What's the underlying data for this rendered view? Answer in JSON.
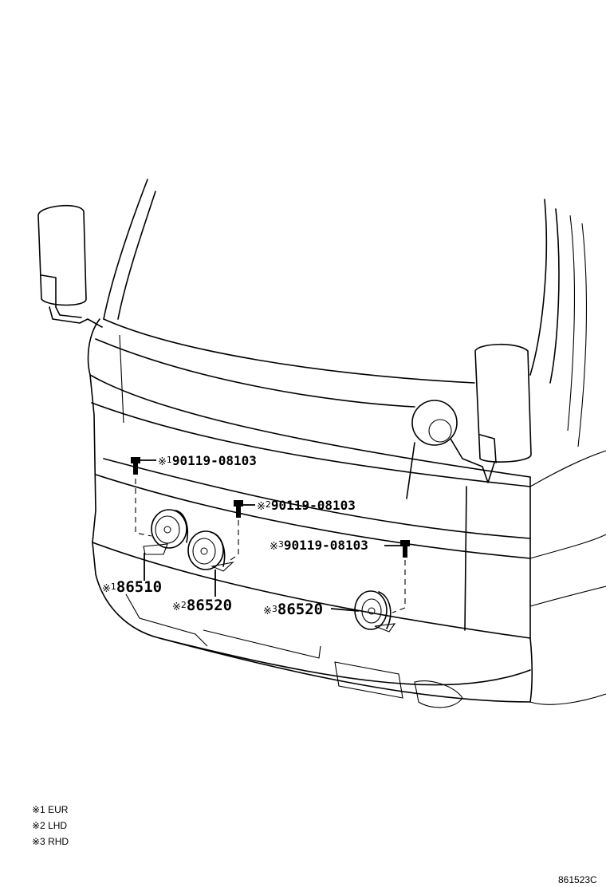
{
  "diagram": {
    "callouts": [
      {
        "marker": "※",
        "note": "1",
        "part_number": "90119-08103",
        "type": "bolt"
      },
      {
        "marker": "※",
        "note": "2",
        "part_number": "90119-08103",
        "type": "bolt"
      },
      {
        "marker": "※",
        "note": "3",
        "part_number": "90119-08103",
        "type": "bolt"
      },
      {
        "marker": "※",
        "note": "1",
        "part_number": "86510",
        "type": "horn"
      },
      {
        "marker": "※",
        "note": "2",
        "part_number": "86520",
        "type": "horn"
      },
      {
        "marker": "※",
        "note": "3",
        "part_number": "86520",
        "type": "horn"
      }
    ],
    "legend": [
      {
        "label": "※1 EUR"
      },
      {
        "label": "※2 LHD"
      },
      {
        "label": "※3 RHD"
      }
    ],
    "illustration_code": "861523C"
  }
}
